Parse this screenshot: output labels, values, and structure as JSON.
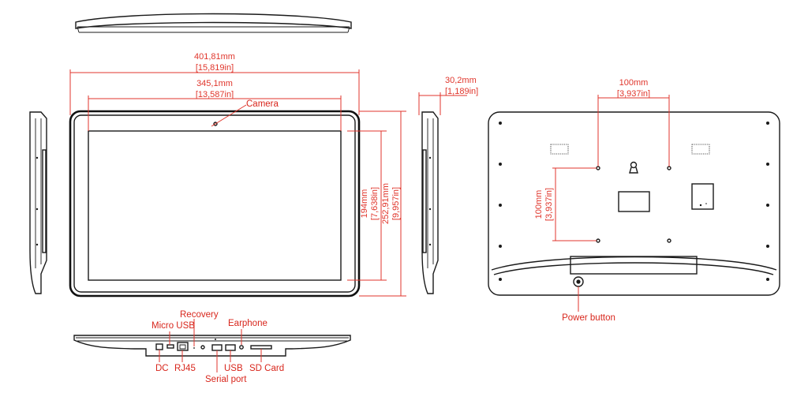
{
  "dimensions": {
    "overall_width_mm": "401,81mm",
    "overall_width_in": "[15,819in]",
    "screen_width_mm": "345,1mm",
    "screen_width_in": "[13,587in]",
    "depth_mm": "30,2mm",
    "depth_in": "[1,189in]",
    "screen_height_mm": "194mm",
    "screen_height_in": "[7,638in]",
    "overall_height_mm": "252,91mm",
    "overall_height_in": "[9,957in]",
    "vesa_h_mm": "100mm",
    "vesa_h_in": "[3,937in]",
    "vesa_v_mm": "100mm",
    "vesa_v_in": "[3,937in]"
  },
  "labels": {
    "camera": "Camera",
    "power_button": "Power button",
    "micro_usb": "Micro USB",
    "recovery": "Recovery",
    "earphone": "Earphone",
    "dc": "DC",
    "rj45": "RJ45",
    "usb": "USB",
    "serial_port": "Serial port",
    "sd_card": "SD Card"
  },
  "colors": {
    "dimension": "#e0362c",
    "outline": "#1a1a1a"
  }
}
